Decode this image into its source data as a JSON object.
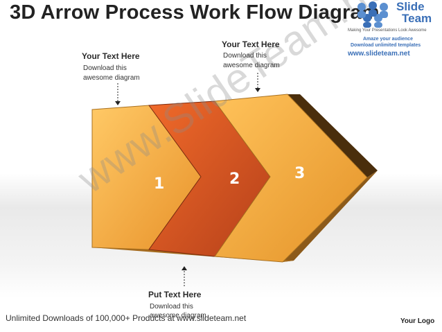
{
  "title": "3D Arrow Process Work Flow Diagram",
  "callouts": {
    "left": {
      "heading": "Your Text Here",
      "body1": "Download this",
      "body2": "awesome diagram"
    },
    "top": {
      "heading": "Your Text Here",
      "body1": "Download this",
      "body2": "awesome diagram"
    },
    "bottom": {
      "heading": "Put Text Here",
      "body1": "Download this",
      "body2": "awesome diagram"
    }
  },
  "steps": [
    {
      "number": "1",
      "color": "#f2a53c"
    },
    {
      "number": "2",
      "color": "#d6521e"
    },
    {
      "number": "3",
      "color": "#f0a63a"
    }
  ],
  "watermark": "www.SlideTeam.net",
  "logo": {
    "name_line1": "Slide",
    "name_line2": "Team",
    "tagline": "Making Your Presentations Look Awesome",
    "promo1": "Amaze your audience",
    "promo2": "Download unlimited templates",
    "url": "www.slideteam.net"
  },
  "footer": "Unlimited Downloads of 100,000+ Products at www.slideteam.net",
  "your_logo": "Your Logo",
  "colors": {
    "accent_blue": "#3a6fb7",
    "arrow_side": "#5a3a10",
    "arrow_bottom": "#9a6a20"
  }
}
